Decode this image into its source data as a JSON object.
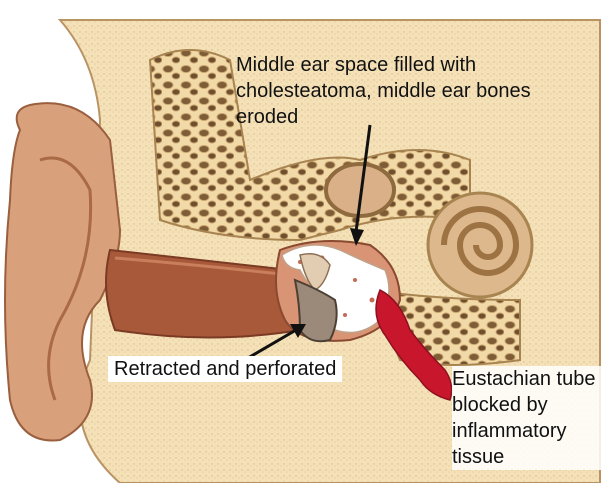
{
  "labels": {
    "middle_ear": "Middle ear space filled with\ncholesteatoma, middle ear bones\neroded",
    "eardrum": "Retracted and perforated",
    "eustachian": "Eustachian tube\nblocked by\ninflammatory\ntissue"
  },
  "colors": {
    "bone": "#f3ddb0",
    "bone_outline": "#a88450",
    "skin": "#d79b74",
    "canal": "#a45839",
    "inflammation": "#c8162c",
    "cholesteatoma": "#ffffff",
    "cochlea": "#ddb88c",
    "arrow": "#111111"
  }
}
